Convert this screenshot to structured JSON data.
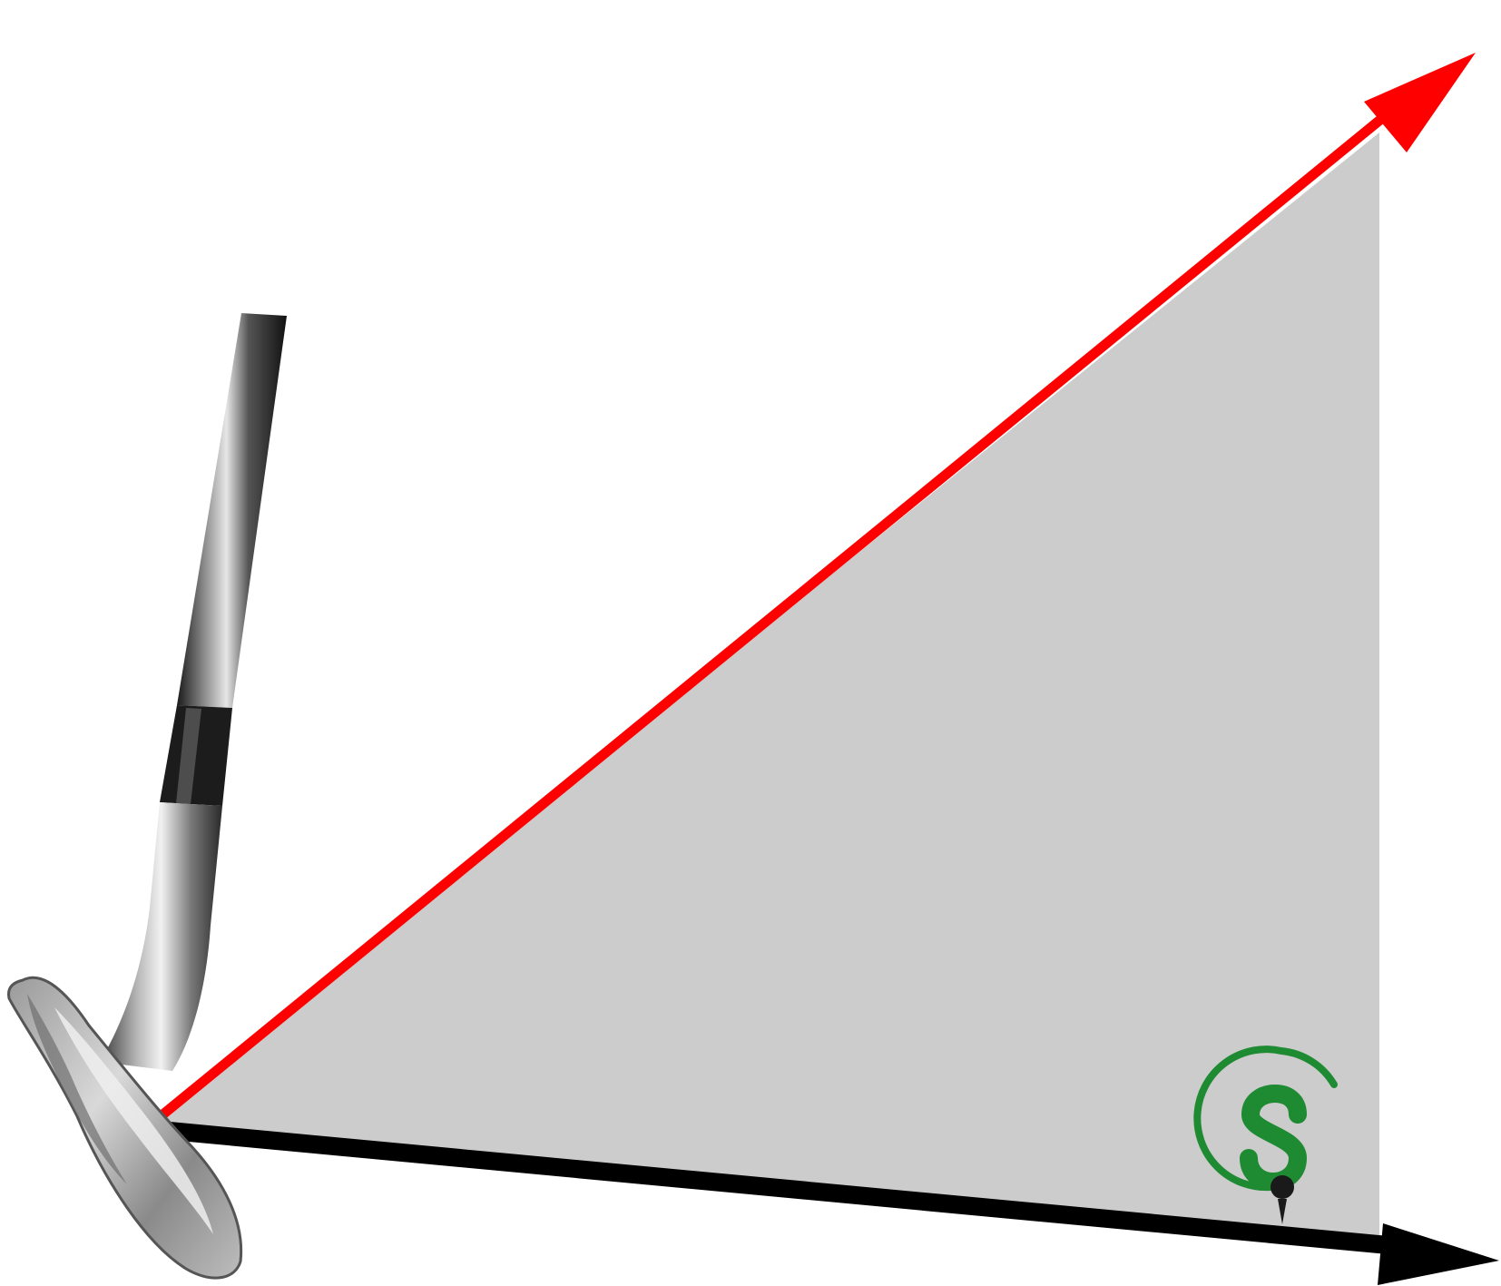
{
  "diagram": {
    "kind": "launch-angle-illustration",
    "colors": {
      "background": "#ffffff",
      "angle_fill": "#cccccc",
      "launch_arrow": "#ff0000",
      "ground_arrow": "#000000",
      "logo_green": "#1e8a32",
      "logo_tee": "#1a1a1a"
    },
    "elements": {
      "club": "golf-wedge-club",
      "launch_direction": "red-arrow",
      "ground_direction": "black-arrow",
      "angle_region": "gray-triangle",
      "logo": "golf-tee-s-logo"
    }
  }
}
